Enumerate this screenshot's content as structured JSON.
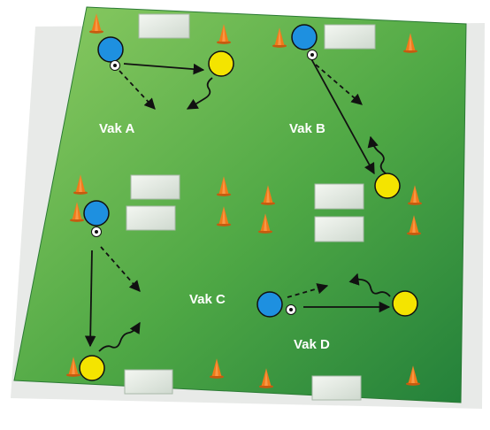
{
  "diagram": {
    "zones": [
      {
        "label": "Vak A"
      },
      {
        "label": "Vak B"
      },
      {
        "label": "Vak C"
      },
      {
        "label": "Vak D"
      }
    ],
    "colors": {
      "field_light": "#7dc35a",
      "field_dark": "#2e8a3a",
      "player_attacker": "#1e90e0",
      "player_defender": "#f4e400",
      "cone": "#f07a1a",
      "goal": "#e6ece6"
    },
    "legend_icons": [
      "cone-icon",
      "goal-icon",
      "ball-icon",
      "player-icon"
    ]
  }
}
